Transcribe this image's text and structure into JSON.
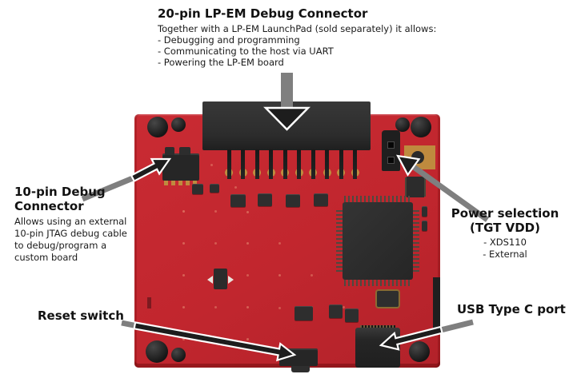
{
  "diagram": {
    "top_callout": {
      "title": "20-pin LP-EM Debug Connector",
      "intro": "Together with a LP-EM LaunchPad (sold separately) it allows:",
      "bullets": [
        "- Debugging and programming",
        "- Communicating to the host via UART",
        "- Powering the LP-EM board"
      ]
    },
    "left_callout": {
      "title_line1": "10-pin Debug",
      "title_line2": "Connector",
      "lines": [
        "Allows using an external",
        "10-pin JTAG debug cable",
        "to debug/program a",
        "custom board"
      ]
    },
    "right_callout": {
      "title_line1": "Power selection",
      "title_line2": "(TGT VDD)",
      "options": [
        "- XDS110",
        "- External"
      ]
    },
    "reset_callout": {
      "label": "Reset switch"
    },
    "usb_callout": {
      "label": "USB Type C port"
    }
  },
  "board": {
    "visible_pin_columns": 10,
    "colors": {
      "pcb_red": "#c1262e",
      "component_dark": "#2b2b2b",
      "gold": "#bf8a3e",
      "arrow_gray": "#7f7f7f",
      "arrow_dark": "#1d1d1d",
      "text": "#121212"
    }
  }
}
